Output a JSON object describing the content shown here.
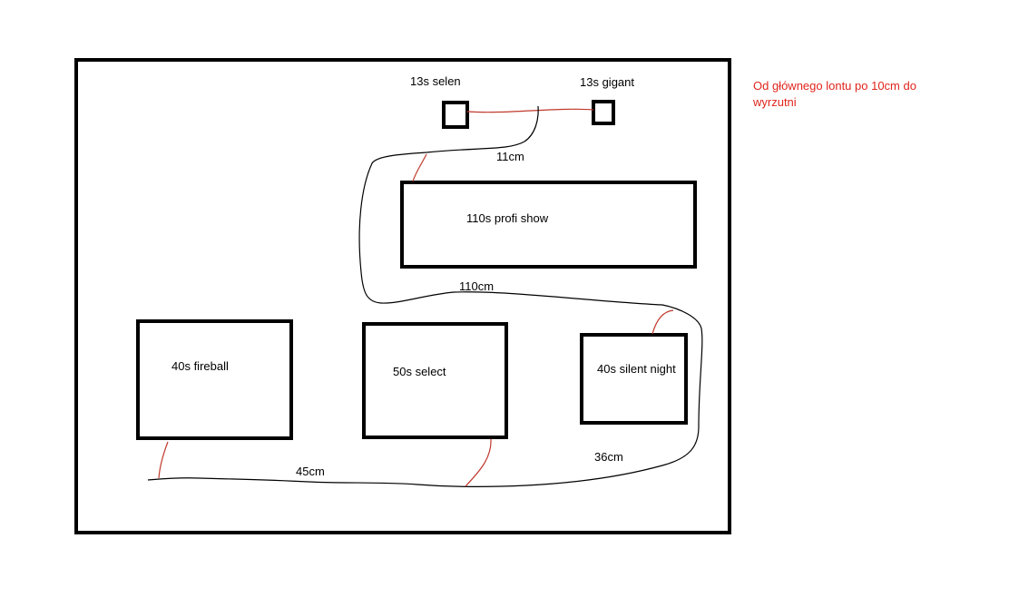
{
  "note": "Od głównego lontu po 10cm do wyrzutni",
  "boxes": {
    "selen": "13s selen",
    "gigant": "13s gigant",
    "profi_show": "110s profi show",
    "fireball": "40s fireball",
    "select": "50s select",
    "silent_night": "40s silent night"
  },
  "lengths": {
    "top": "11cm",
    "middle": "110cm",
    "bottom_left": "45cm",
    "bottom_right": "36cm"
  },
  "colors": {
    "outline": "#000000",
    "main_fuse": "#000000",
    "branch_fuse": "#c0392b",
    "note_text": "#e0241b"
  }
}
